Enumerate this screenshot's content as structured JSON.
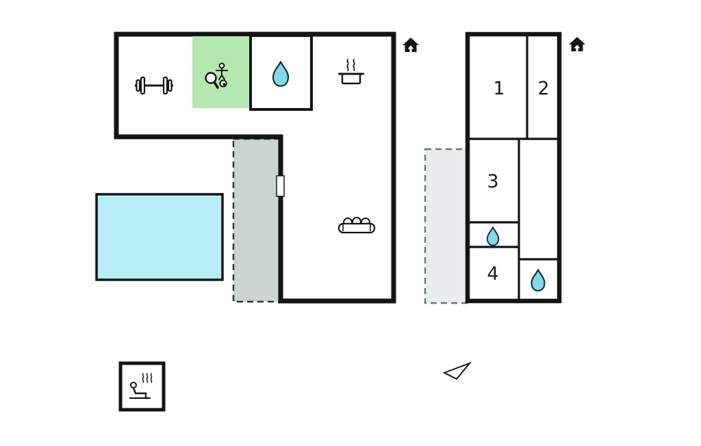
{
  "plan": {
    "type": "floor-plan",
    "building_left": {
      "rooms": [
        {
          "name": "fitness-area",
          "icon": "barbell-icon"
        },
        {
          "name": "activity-room",
          "icon": "table-tennis-icon",
          "color": "#b5e8ae"
        },
        {
          "name": "bathroom",
          "icon": "water-drop-icon"
        },
        {
          "name": "kitchen",
          "icon": "cooking-pot-icon"
        },
        {
          "name": "living-room",
          "icon": "sofa-icon"
        }
      ],
      "entrance_icon": "house-entrance-icon",
      "door": "door-opening"
    },
    "building_right": {
      "rooms": [
        {
          "label": "1"
        },
        {
          "label": "2"
        },
        {
          "label": "3"
        },
        {
          "label": "4"
        },
        {
          "name": "shower-room-small",
          "icon": "water-drop-icon"
        },
        {
          "name": "shower-room-bottom",
          "icon": "water-drop-icon"
        }
      ],
      "entrance_icon": "house-entrance-icon"
    },
    "pool": {
      "name": "swimming-pool",
      "color": "#b7edf4"
    },
    "terraces": [
      {
        "side": "left",
        "color": "#ccd4d2"
      },
      {
        "side": "right",
        "color": "#e9eded"
      }
    ],
    "sauna": {
      "icon": "sauna-icon"
    },
    "compass": {
      "icon": "north-arrow-icon"
    }
  },
  "colors": {
    "wall": "#141414",
    "green_room": "#b5e8ae",
    "pool_fill": "#b7edf4",
    "drop_fill": "#86d8e8",
    "drop_outline": "#0f2e3c",
    "terrace_left_fill": "#ccd4d2",
    "terrace_right_fill": "#e9eded"
  }
}
